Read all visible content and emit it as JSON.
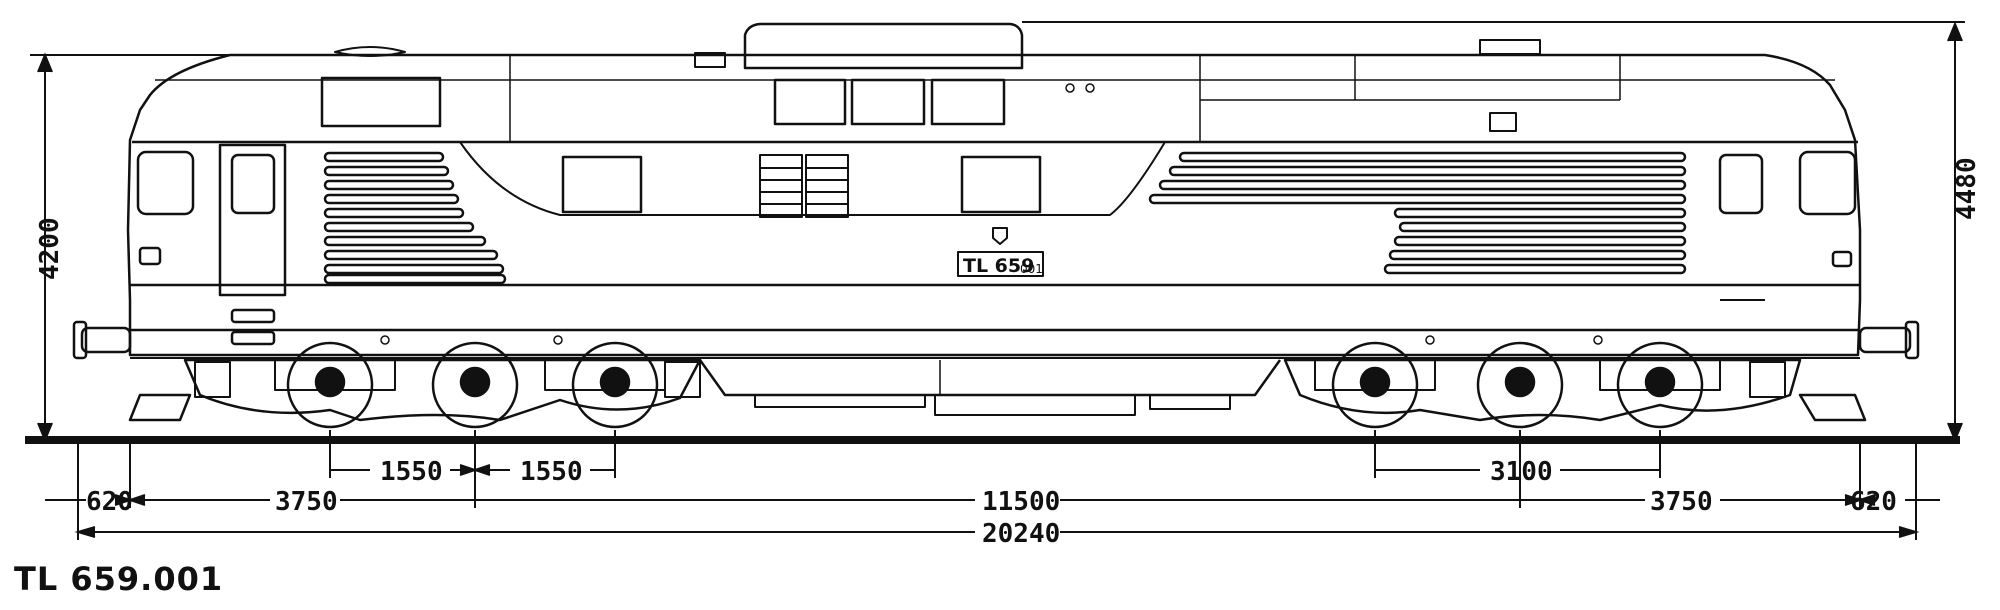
{
  "caption": "TL 659.001",
  "number_plate": {
    "main": "TL 659",
    "sub": "001"
  },
  "dimensions": {
    "height_left": "4200",
    "height_right": "4480",
    "axle_spacing_1": "1550",
    "axle_spacing_2": "1550",
    "axle_spacing_rear": "3100",
    "overhang_front": "620",
    "bogie_offset_front": "3750",
    "bogie_center_distance": "11500",
    "bogie_offset_rear": "3750",
    "overhang_rear": "620",
    "overall_length": "20240"
  }
}
